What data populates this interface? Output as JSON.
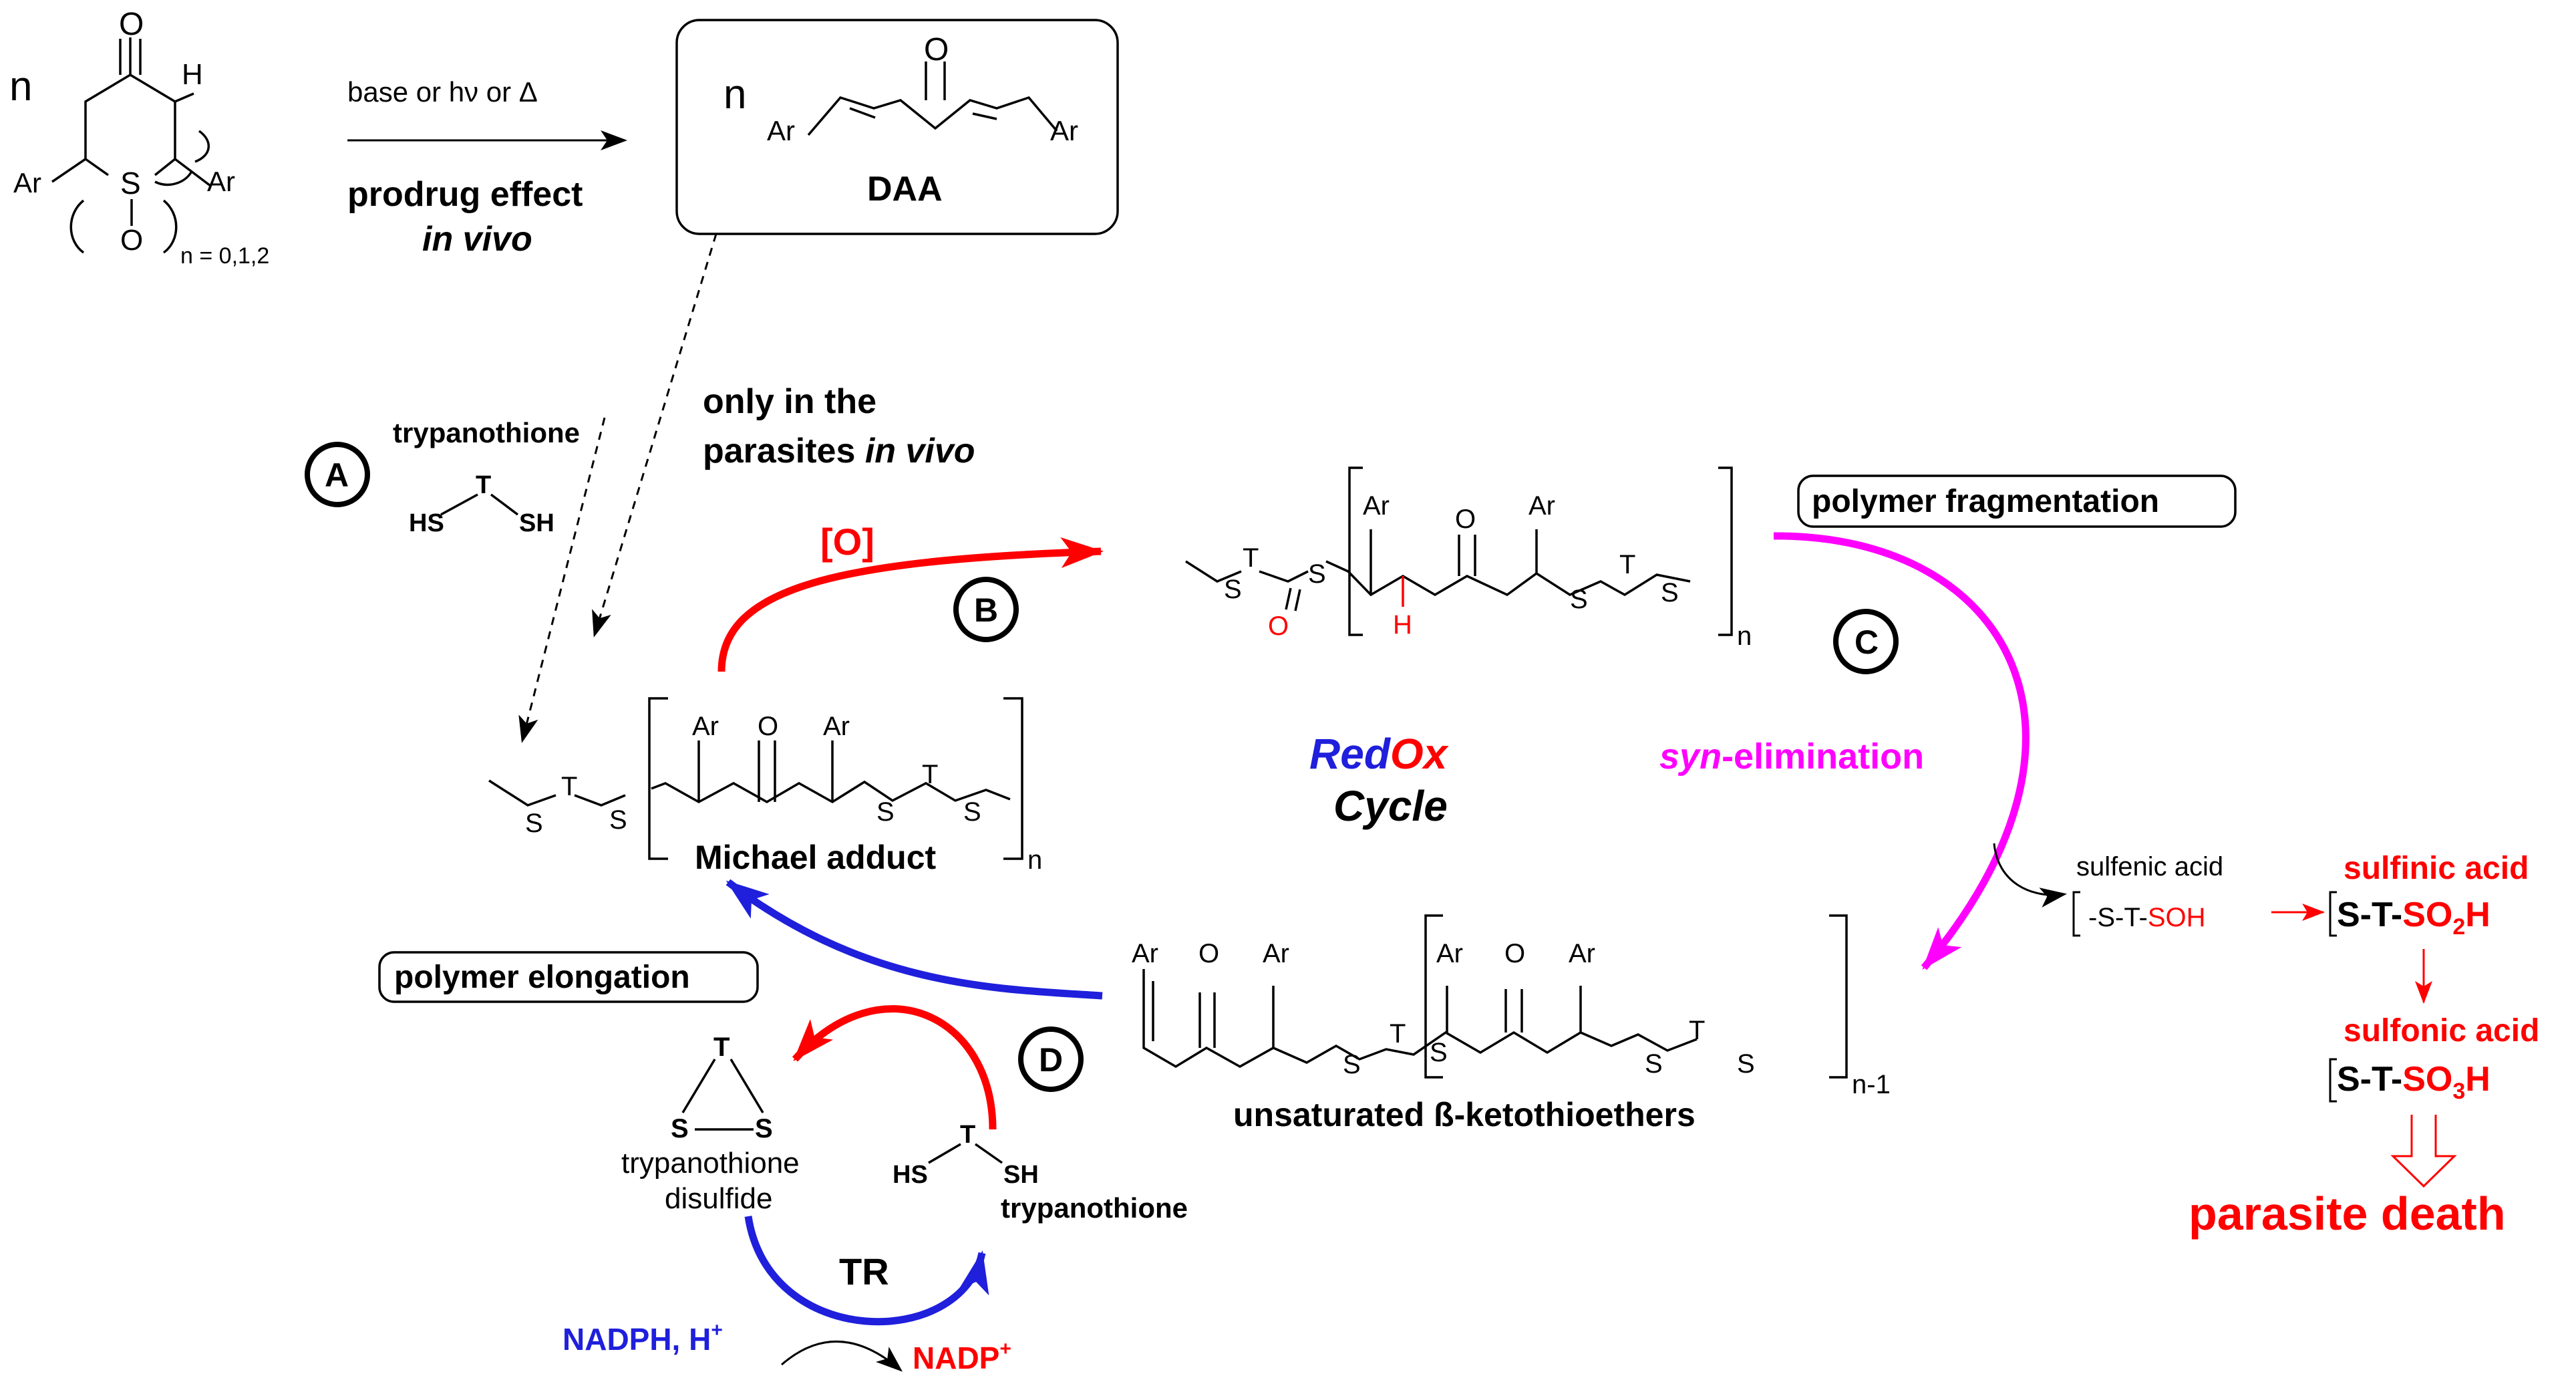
{
  "reaction": {
    "n_prefix": "n",
    "condition": "base or hν or Δ",
    "prodrug_line1": "prodrug effect",
    "prodrug_line2": "in vivo",
    "daa_label": "DAA",
    "n_range": "n = 0,1,2"
  },
  "atoms": {
    "O": "O",
    "S": "S",
    "H": "H",
    "Ar": "Ar",
    "T": "T",
    "SH": "SH",
    "HS": "HS",
    "n": "n",
    "n_minus_1": "n-1"
  },
  "steps": {
    "A": "A",
    "B": "B",
    "C": "C",
    "D": "D",
    "trypanothione": "trypanothione",
    "only_line1": "only in the",
    "only_line2_prefix": "parasites ",
    "only_line2_em": "in vivo",
    "oxidant": "[O]"
  },
  "labels": {
    "michael_adduct": "Michael adduct",
    "polymer_fragmentation": "polymer fragmentation",
    "polymer_elongation": "polymer elongation",
    "syn_prefix": "syn",
    "syn_suffix": "-elimination",
    "redox_red": "Red",
    "redox_ox": "Ox",
    "cycle": "Cycle",
    "ketothioethers": "unsaturated ß-ketothioethers",
    "disulfide_line1": "trypanothione",
    "disulfide_line2": "disulfide",
    "trypanothione2": "trypanothione",
    "tr": "TR",
    "nadph": "NADPH, H",
    "nadp": "NADP",
    "plus": "+"
  },
  "acids": {
    "sulfenic": "sulfenic acid",
    "sulfenic_formula_a": "-S-T-",
    "sulfenic_formula_b": "SOH",
    "sulfinic": "sulfinic acid",
    "sulfinic_a": "S-T-",
    "sulfinic_b": "SO",
    "sulfinic_sub": "2",
    "sulfinic_c": "H",
    "sulfonic": "sulfonic acid",
    "sulfonic_a": "S-T-",
    "sulfonic_b": "SO",
    "sulfonic_sub": "3",
    "sulfonic_c": "H",
    "death": "parasite death"
  },
  "colors": {
    "black": "#000000",
    "red": "#ff0000",
    "blue": "#1f1fdc",
    "magenta": "#ff00ff"
  }
}
